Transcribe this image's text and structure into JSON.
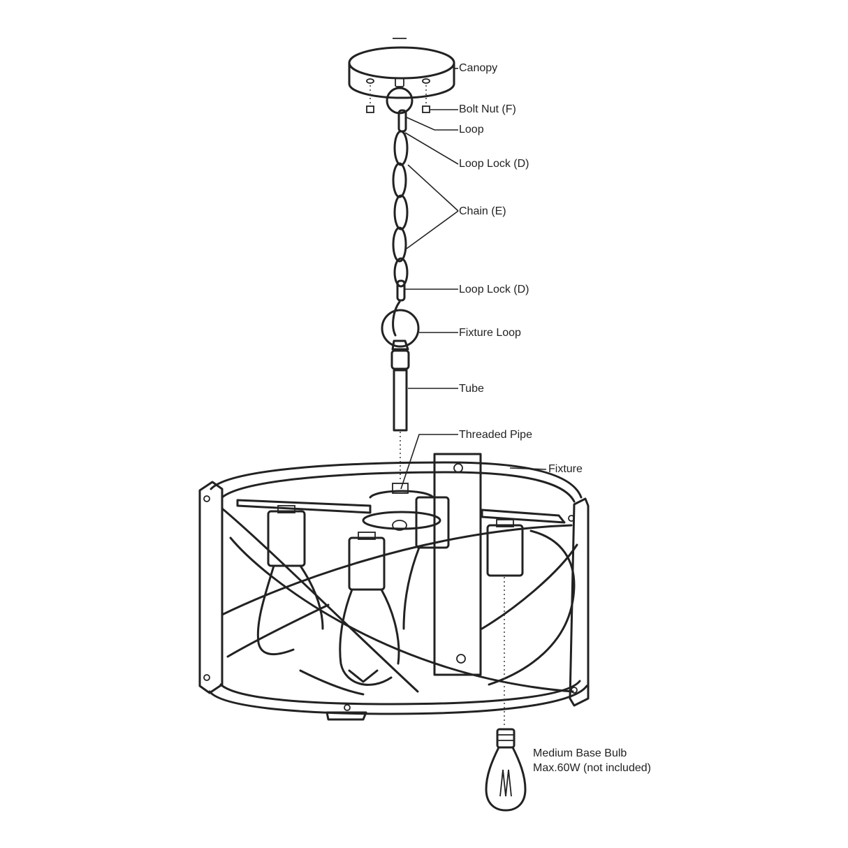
{
  "labels": {
    "canopy": "Canopy",
    "bolt_nut": "Bolt Nut (F)",
    "loop": "Loop",
    "loop_lock_top": "Loop Lock (D)",
    "chain": "Chain (E)",
    "loop_lock_bottom": "Loop Lock (D)",
    "fixture_loop": "Fixture Loop",
    "tube": "Tube",
    "threaded_pipe": "Threaded Pipe",
    "fixture": "Fixture",
    "bulb_line1": "Medium Base Bulb",
    "bulb_line2": "Max.60W (not included)"
  },
  "colors": {
    "stroke": "#222222",
    "background": "#ffffff"
  }
}
